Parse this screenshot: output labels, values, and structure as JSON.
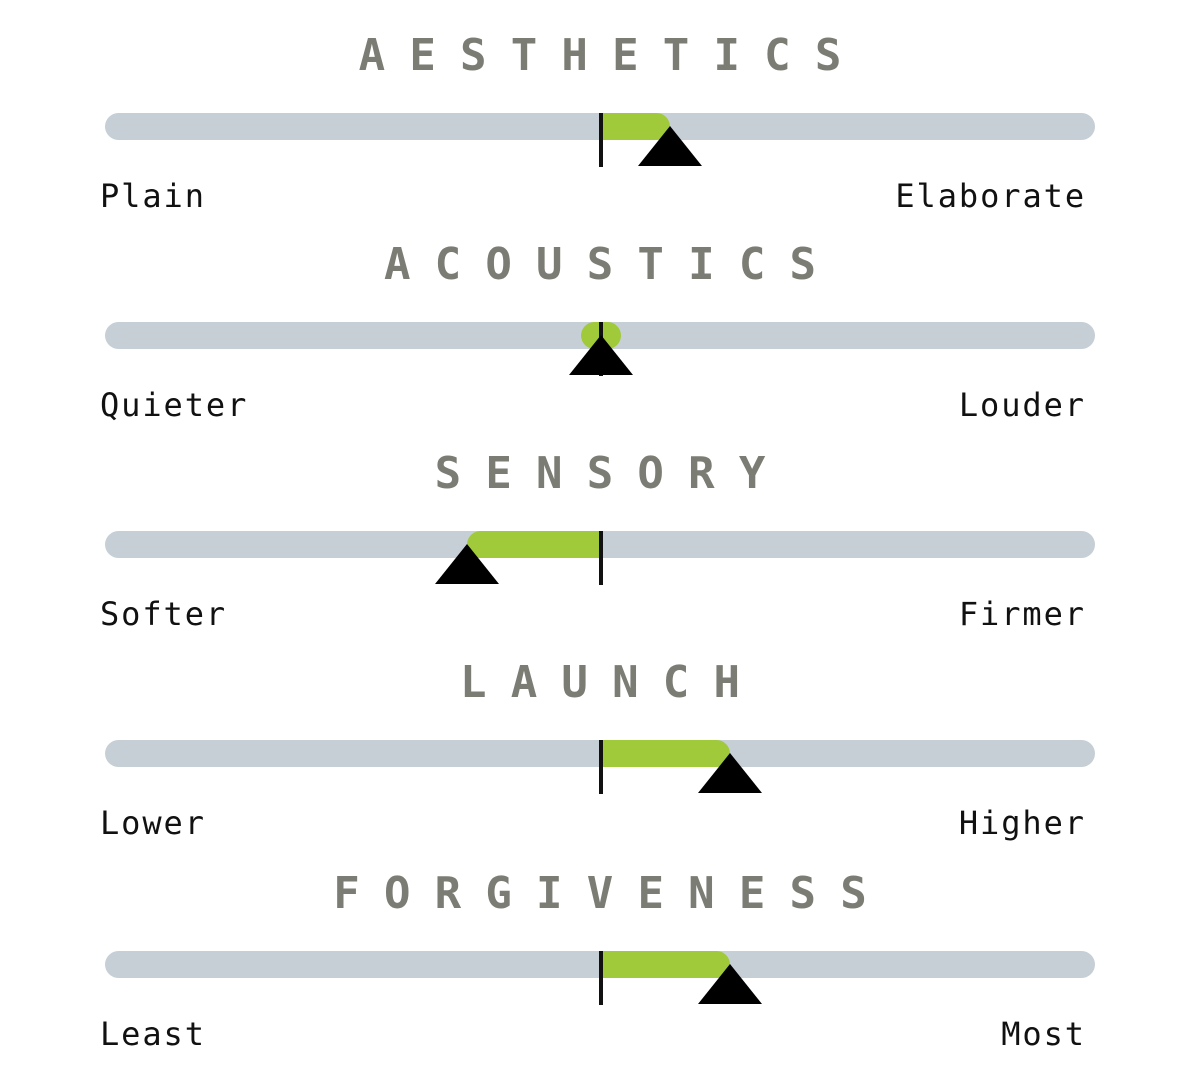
{
  "scales": [
    {
      "title": "AESTHETICS",
      "left_label": "Plain",
      "right_label": "Elaborate",
      "value": 0.14
    },
    {
      "title": "ACOUSTICS",
      "left_label": "Quieter",
      "right_label": "Louder",
      "value": 0.0
    },
    {
      "title": "SENSORY",
      "left_label": "Softer",
      "right_label": "Firmer",
      "value": -0.27
    },
    {
      "title": "LAUNCH",
      "left_label": "Lower",
      "right_label": "Higher",
      "value": 0.26
    },
    {
      "title": "FORGIVENESS",
      "left_label": "Least",
      "right_label": "Most",
      "value": 0.26
    }
  ],
  "colors": {
    "title": "#7b7d74",
    "track": "#c6cfd5",
    "fill": "#a0ca3a",
    "marker": "#000000"
  }
}
